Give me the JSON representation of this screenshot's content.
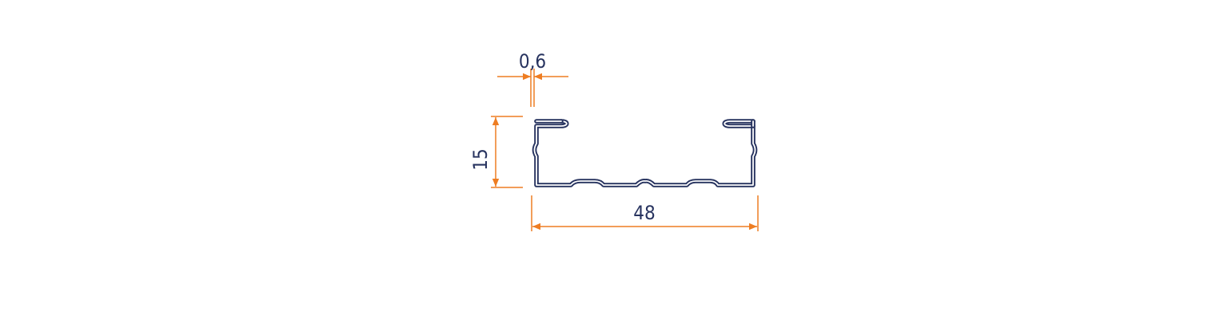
{
  "dimensions": {
    "thickness": "0,6",
    "height": "15",
    "width": "48"
  },
  "colors": {
    "profile": "#27335f",
    "dimension": "#ee7d22",
    "text": "#27335f",
    "background": "#ffffff"
  }
}
